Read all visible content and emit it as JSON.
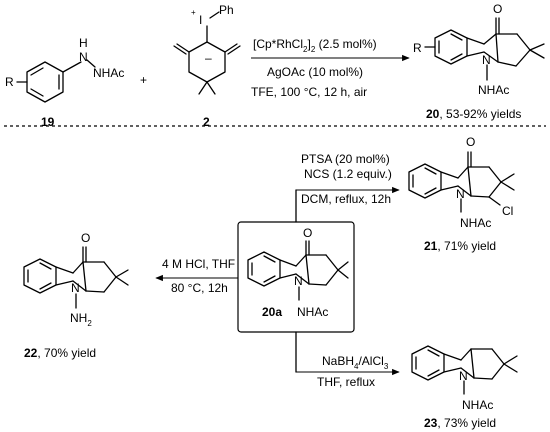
{
  "top": {
    "sub1_r": "R",
    "sub1_nh": "H",
    "sub1_n": "N",
    "sub1_nhac": "NHAc",
    "sub1_label": "19",
    "plus": "+",
    "sub2_iplus": "+",
    "sub2_i": "I",
    "sub2_ph": "Ph",
    "sub2_minus": "–",
    "sub2_label": "2",
    "cond1": "[Cp*RhCl",
    "cond1_sub1": "2",
    "cond1_close": "]",
    "cond1_sub2": "2",
    "cond1_rest": " (2.5 mol%)",
    "cond2": "AgOAc (10 mol%)",
    "cond3": "TFE, 100 °C, 12 h, air",
    "prod_r": "R",
    "prod_o": "O",
    "prod_n": "N",
    "prod_nhac": "NHAc",
    "prod_label": "20",
    "prod_yield": ", 53-92% yields"
  },
  "center": {
    "o": "O",
    "n": "N",
    "nhac": "NHAc",
    "label": "20a"
  },
  "right_top": {
    "cond1": "PTSA (20 mol%)",
    "cond2": "NCS (1.2 equiv.)",
    "cond3": "DCM, reflux, 12h",
    "o": "O",
    "n": "N",
    "cl": "Cl",
    "nhac": "NHAc",
    "label": "21",
    "yield": ", 71% yield"
  },
  "right_bottom": {
    "cond1_a": "NaBH",
    "cond1_sub1": "4",
    "cond1_b": "/AlCl",
    "cond1_sub2": "3",
    "cond2": "THF, reflux",
    "n": "N",
    "nhac": "NHAc",
    "label": "23",
    "yield": ", 73% yield"
  },
  "left": {
    "cond1": "4 M HCl, THF",
    "cond2": "80 °C, 12h",
    "o": "O",
    "n": "N",
    "nh2": "NH",
    "nh2_sub": "2",
    "label": "22",
    "yield": ", 70% yield"
  }
}
